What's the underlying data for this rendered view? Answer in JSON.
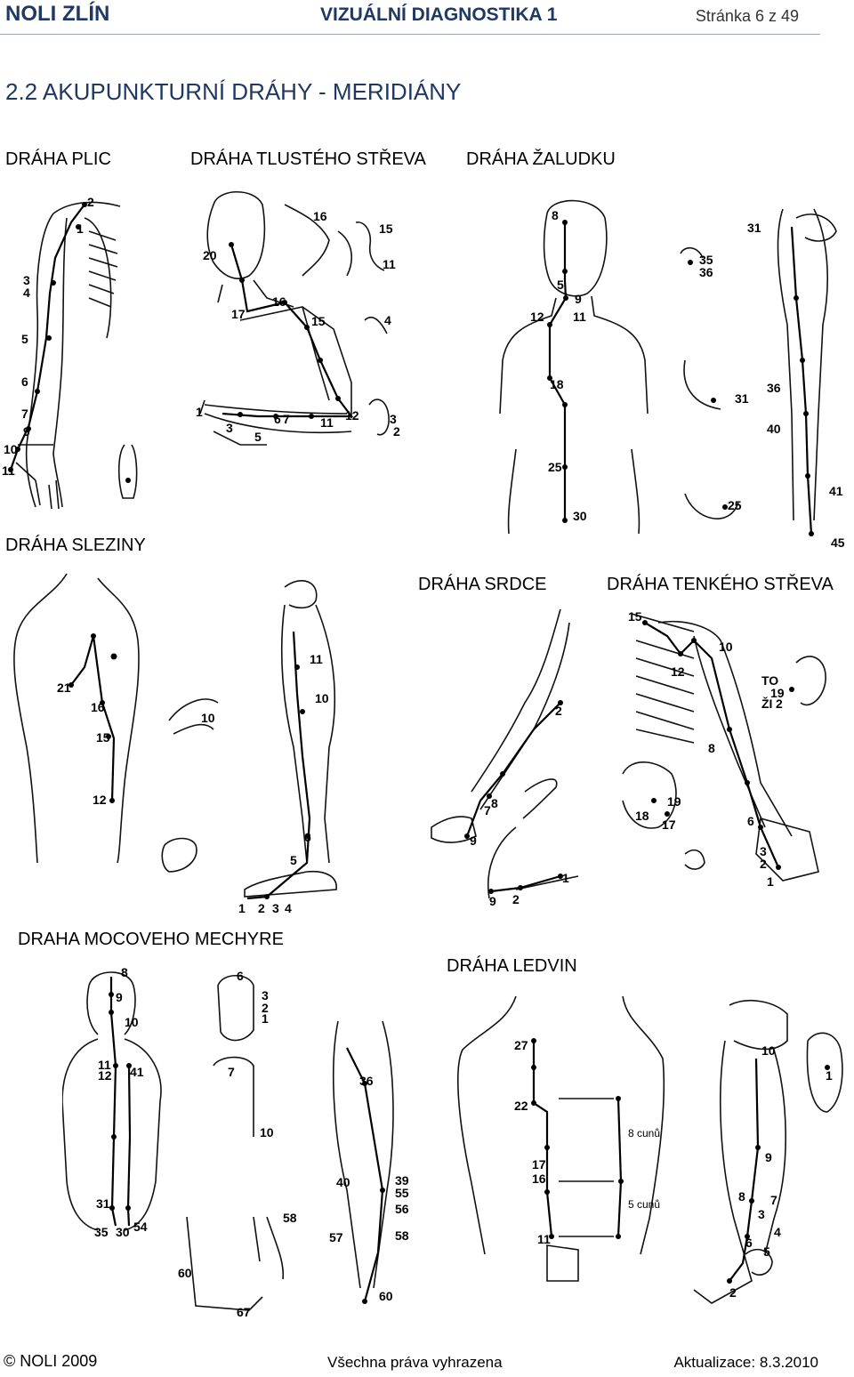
{
  "header": {
    "left": "NOLI ZLÍN",
    "center": "VIZUÁLNÍ DIAGNOSTIKA 1",
    "right": "Stránka 6 z 49"
  },
  "section_title": "2.2 AKUPUNKTURNÍ DRÁHY - MERIDIÁNY",
  "labels": {
    "lung": "DRÁHA PLIC",
    "large_intestine": "DRÁHA TLUSTÉHO STŘEVA",
    "stomach": "DRÁHA ŽALUDKU",
    "spleen": "DRÁHA SLEZINY",
    "heart": "DRÁHA SRDCE",
    "small_intestine": "DRÁHA TENKÉHO STŘEVA",
    "bladder": "DRAHA MOCOVEHO MECHYRE",
    "kidney": "DRÁHA LEDVIN"
  },
  "figures": {
    "lung": {
      "points": [
        "1",
        "2",
        "3",
        "4",
        "5",
        "6",
        "7",
        "9",
        "10",
        "11"
      ]
    },
    "large_intestine": {
      "points": [
        "20",
        "16",
        "15",
        "11",
        "17",
        "16",
        "15",
        "4",
        "1",
        "3",
        "6",
        "7",
        "5",
        "11",
        "12",
        "3",
        "2"
      ]
    },
    "stomach": {
      "points": [
        "8",
        "5",
        "9",
        "12",
        "11",
        "18",
        "25",
        "30",
        "31",
        "35",
        "36",
        "31",
        "25",
        "36",
        "40",
        "41",
        "45"
      ]
    },
    "spleen": {
      "points": [
        "21",
        "16",
        "15",
        "12",
        "10",
        "11",
        "10",
        "6",
        "5",
        "1",
        "2",
        "3",
        "4"
      ]
    },
    "heart": {
      "points": [
        "2",
        "7",
        "8",
        "9",
        "1",
        "2",
        "9"
      ]
    },
    "small_intestine": {
      "points": [
        "15",
        "10",
        "12",
        "8",
        "6",
        "TO",
        "19",
        "ŽI",
        "2",
        "18",
        "17",
        "19",
        "3",
        "2",
        "1"
      ]
    },
    "bladder": {
      "points": [
        "8",
        "9",
        "10",
        "11",
        "12",
        "41",
        "31",
        "35",
        "30",
        "54",
        "6",
        "3",
        "2",
        "1",
        "7",
        "10",
        "36",
        "40",
        "39",
        "55",
        "56",
        "57",
        "58",
        "60",
        "58",
        "67",
        "60"
      ]
    },
    "kidney": {
      "points": [
        "27",
        "22",
        "17",
        "16",
        "11",
        "8 cunů",
        "5 cunů",
        "10",
        "9",
        "8",
        "7",
        "3",
        "4",
        "6",
        "5",
        "2",
        "1"
      ]
    }
  },
  "footer": {
    "left": "© NOLI 2009",
    "center": "Všechna práva vyhrazena",
    "right": "Aktualizace: 8.3.2010"
  }
}
